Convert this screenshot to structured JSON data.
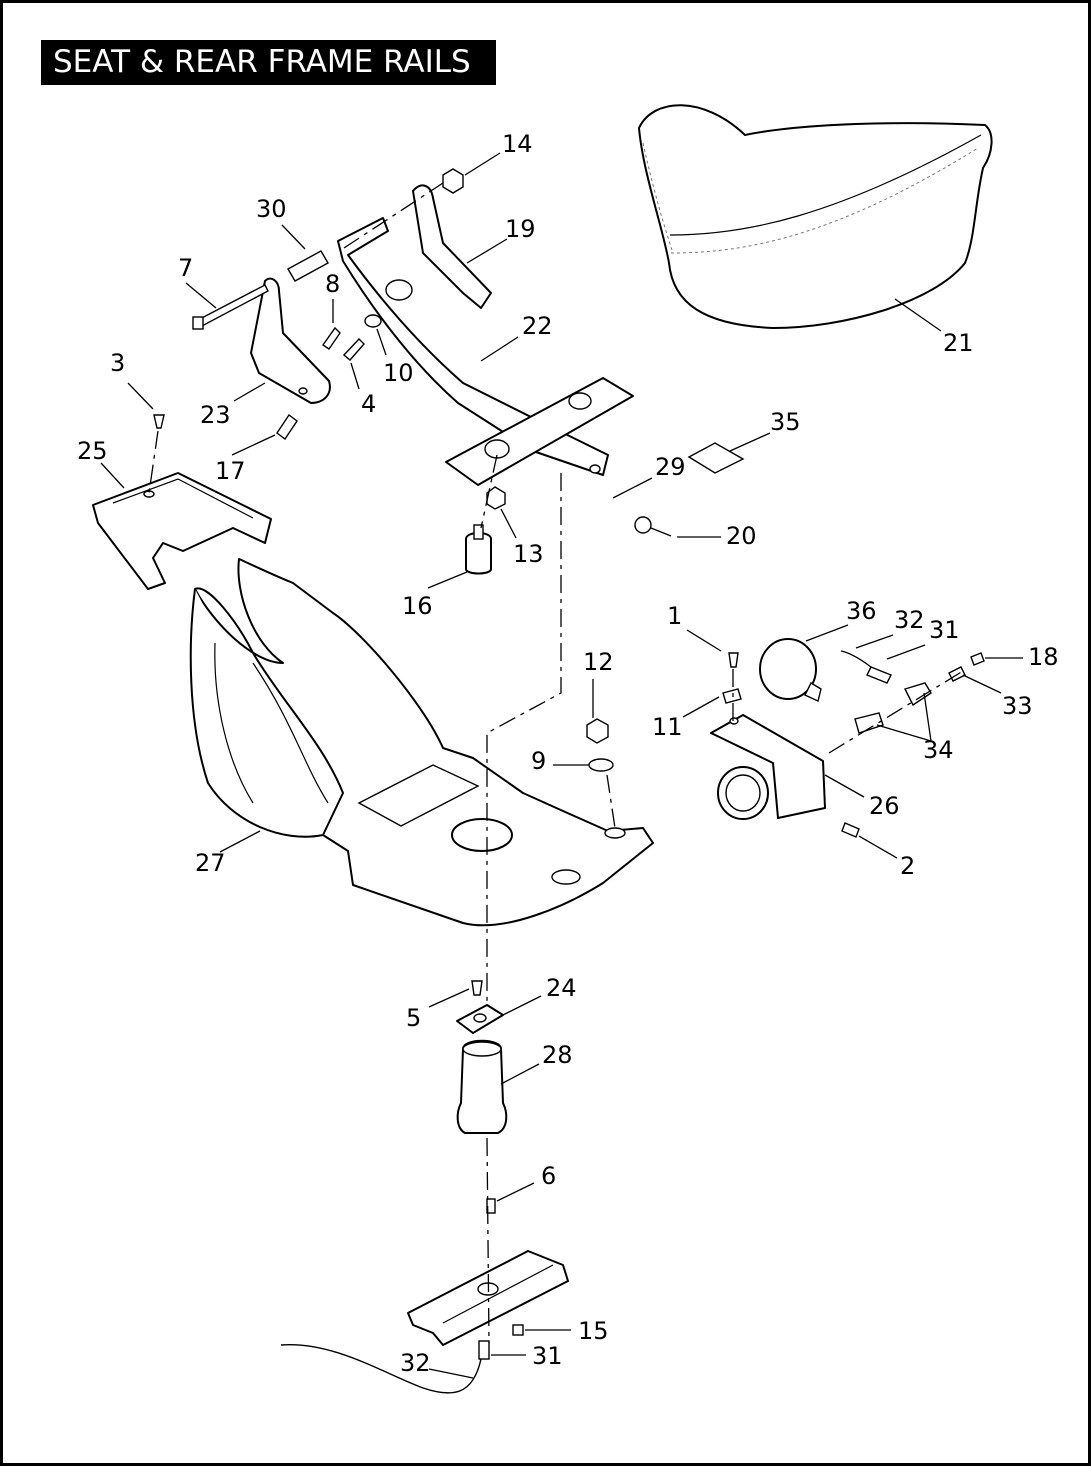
{
  "title": "SEAT & REAR FRAME RAILS",
  "callouts": [
    {
      "id": "1",
      "label": "1"
    },
    {
      "id": "2",
      "label": "2"
    },
    {
      "id": "3",
      "label": "3"
    },
    {
      "id": "4",
      "label": "4"
    },
    {
      "id": "5",
      "label": "5"
    },
    {
      "id": "6",
      "label": "6"
    },
    {
      "id": "7",
      "label": "7"
    },
    {
      "id": "8",
      "label": "8"
    },
    {
      "id": "9",
      "label": "9"
    },
    {
      "id": "10",
      "label": "10"
    },
    {
      "id": "11",
      "label": "11"
    },
    {
      "id": "12",
      "label": "12"
    },
    {
      "id": "13",
      "label": "13"
    },
    {
      "id": "14",
      "label": "14"
    },
    {
      "id": "15",
      "label": "15"
    },
    {
      "id": "16",
      "label": "16"
    },
    {
      "id": "17",
      "label": "17"
    },
    {
      "id": "18",
      "label": "18"
    },
    {
      "id": "19",
      "label": "19"
    },
    {
      "id": "20",
      "label": "20"
    },
    {
      "id": "21",
      "label": "21"
    },
    {
      "id": "22",
      "label": "22"
    },
    {
      "id": "23",
      "label": "23"
    },
    {
      "id": "24",
      "label": "24"
    },
    {
      "id": "25",
      "label": "25"
    },
    {
      "id": "26",
      "label": "26"
    },
    {
      "id": "27",
      "label": "27"
    },
    {
      "id": "28",
      "label": "28"
    },
    {
      "id": "29",
      "label": "29"
    },
    {
      "id": "30",
      "label": "30"
    },
    {
      "id": "31a",
      "label": "31"
    },
    {
      "id": "31b",
      "label": "31"
    },
    {
      "id": "32a",
      "label": "32"
    },
    {
      "id": "32b",
      "label": "32"
    },
    {
      "id": "33",
      "label": "33"
    },
    {
      "id": "34",
      "label": "34"
    },
    {
      "id": "35",
      "label": "35"
    },
    {
      "id": "36",
      "label": "36"
    }
  ]
}
